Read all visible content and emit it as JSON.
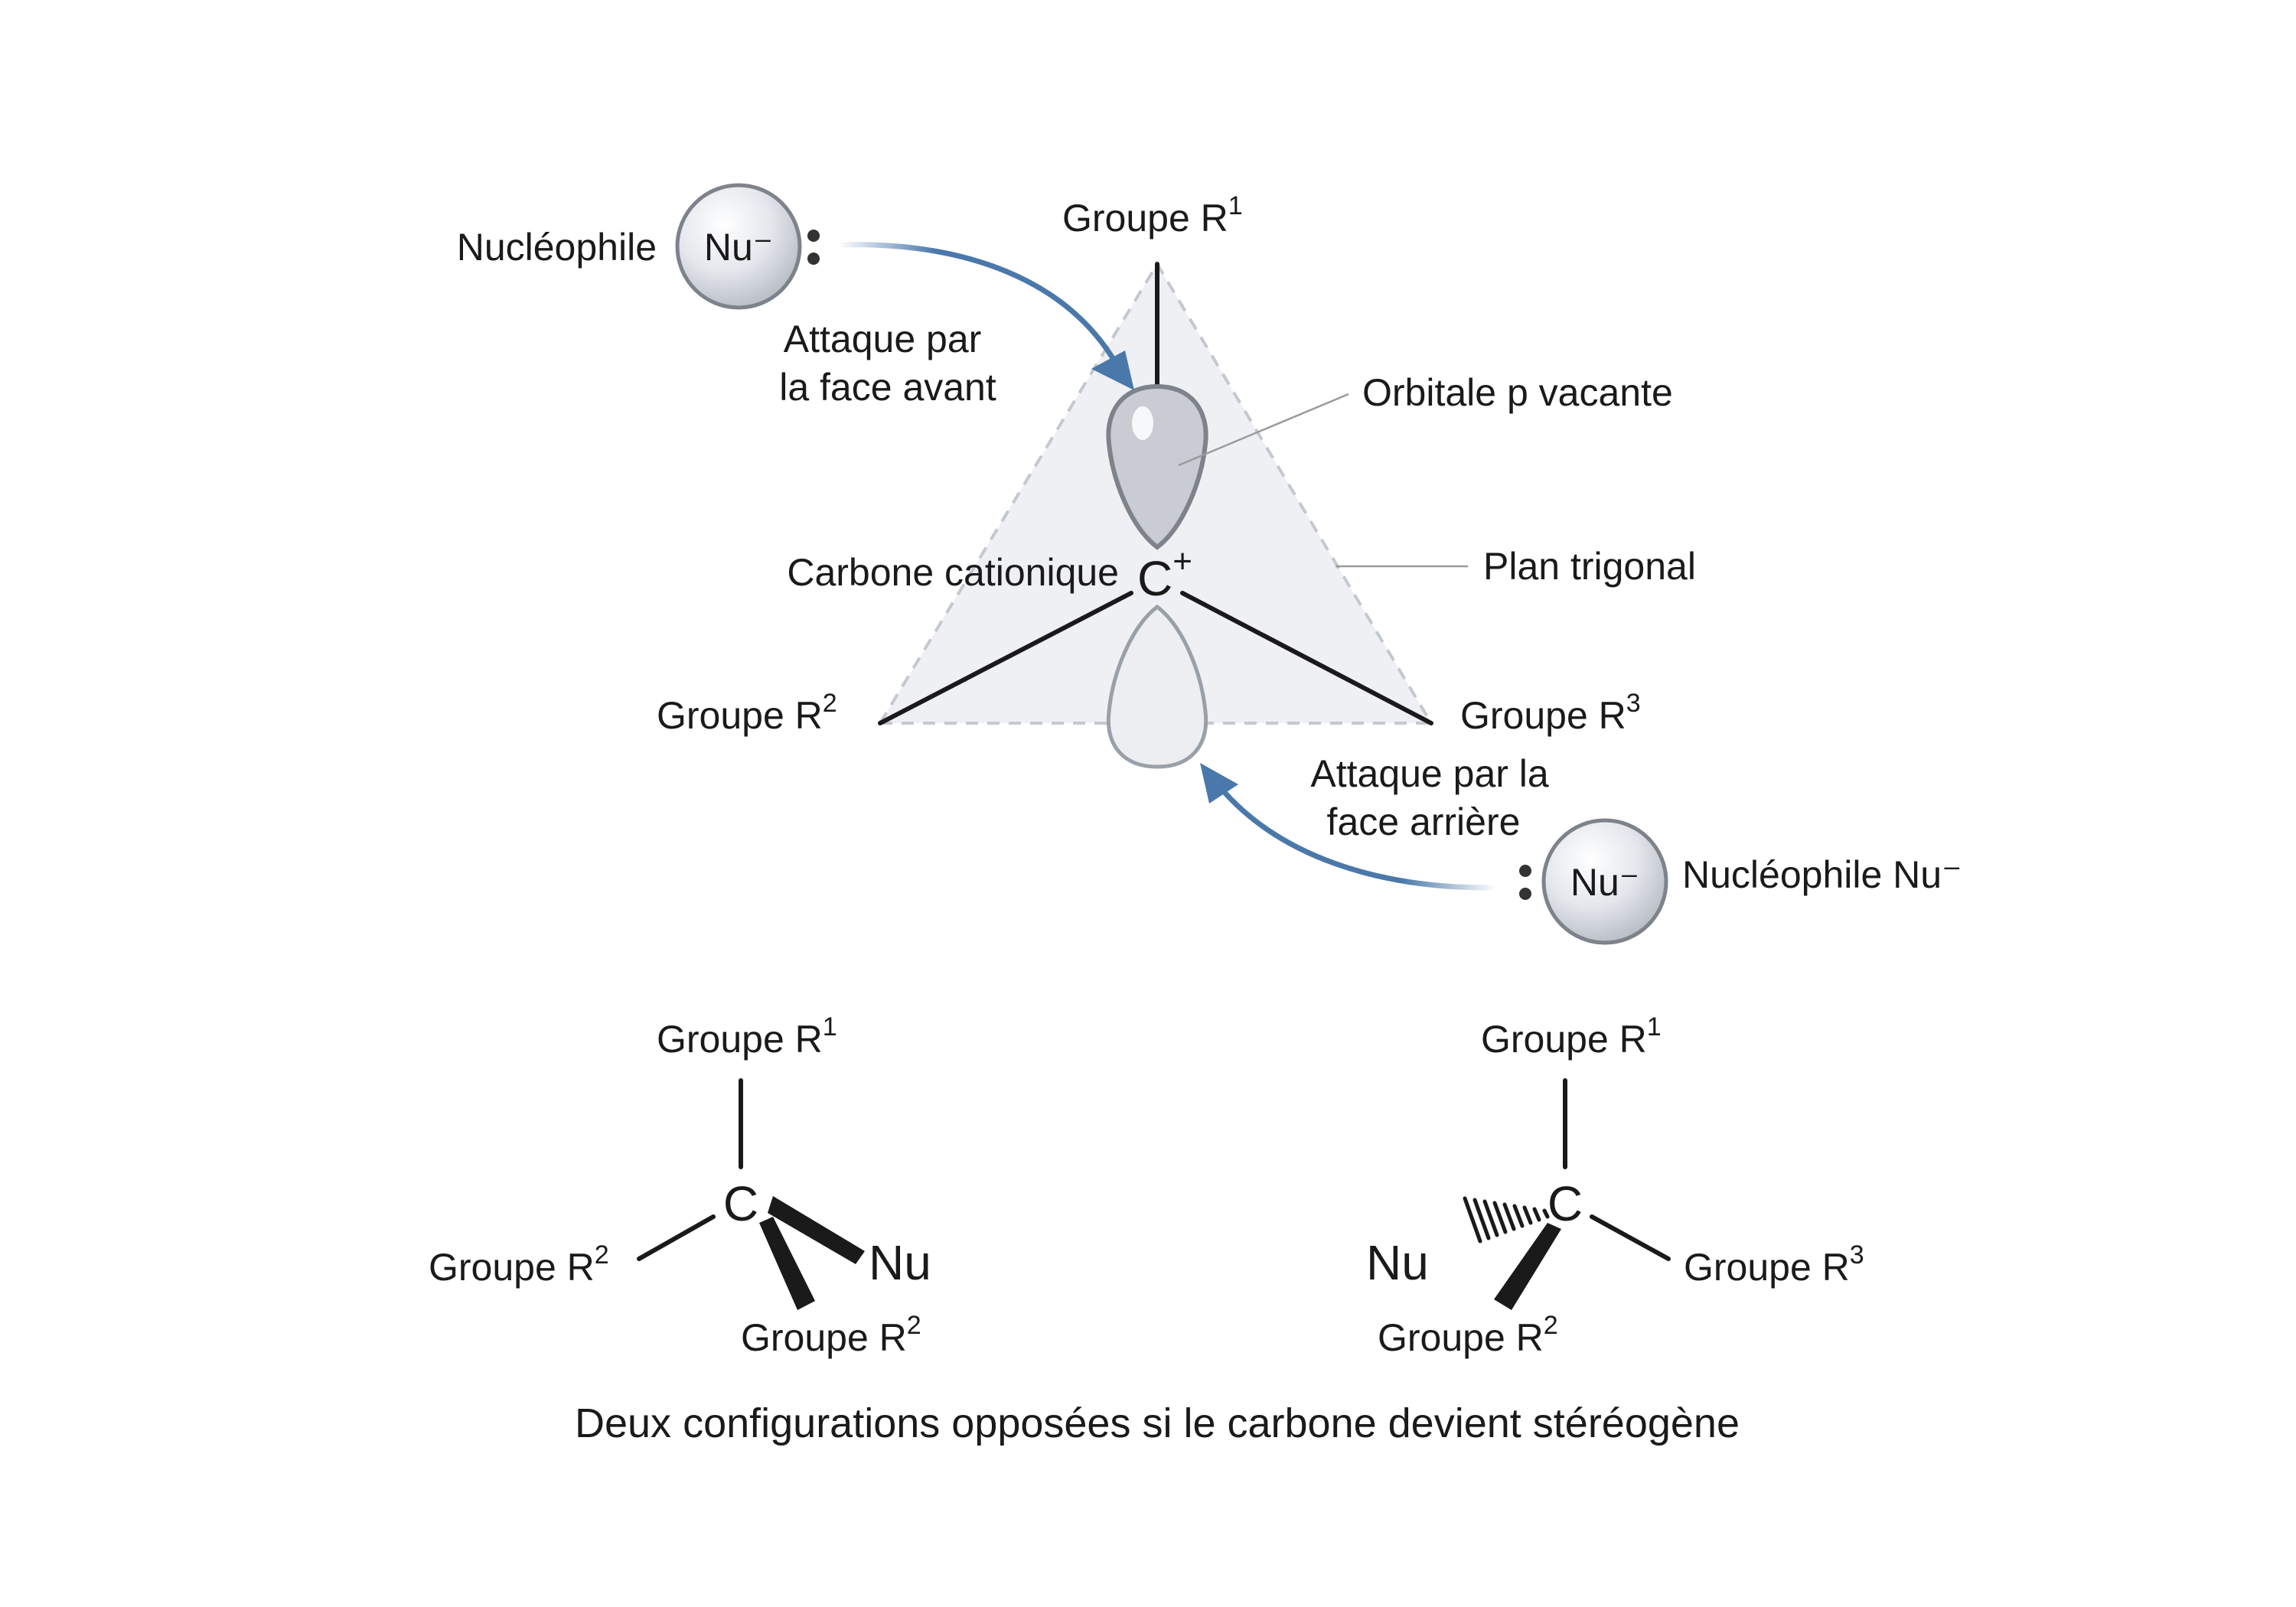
{
  "top": {
    "nucleophile_front": {
      "label": "Nucléophile",
      "ion": "Nu⁻"
    },
    "attack_front": [
      "Attaque par",
      "la face avant"
    ],
    "r1": {
      "text": "Groupe R",
      "sup": "1"
    },
    "orbital": "Orbitale p vacante",
    "carbon_label": "Carbone cationique",
    "carbon": {
      "text": "C",
      "sup": "+"
    },
    "plane": "Plan trigonal",
    "r2": {
      "text": "Groupe R",
      "sup": "2"
    },
    "r3": {
      "text": "Groupe R",
      "sup": "3"
    },
    "attack_back": [
      "Attaque par la",
      "face arrière"
    ],
    "nucleophile_back": {
      "ion": "Nu⁻",
      "label": "Nucléophile Nu⁻"
    }
  },
  "left_product": {
    "r1": {
      "text": "Groupe R",
      "sup": "1"
    },
    "carbon": "C",
    "r2_left": {
      "text": "Groupe R",
      "sup": "2"
    },
    "nu": "Nu",
    "r2_bottom": {
      "text": "Groupe R",
      "sup": "2"
    }
  },
  "right_product": {
    "r1": {
      "text": "Groupe R",
      "sup": "1"
    },
    "carbon": "C",
    "nu": "Nu",
    "r3": {
      "text": "Groupe R",
      "sup": "3"
    },
    "r2_bottom": {
      "text": "Groupe R",
      "sup": "2"
    }
  },
  "caption": "Deux configurations opposées si le carbone devient stéréogène",
  "colors": {
    "arrow": "#4a78aa",
    "orbital_top": "#c9ccd3",
    "orbital_bottom": "#eceef2",
    "plane_fill": "#eef0f3"
  }
}
